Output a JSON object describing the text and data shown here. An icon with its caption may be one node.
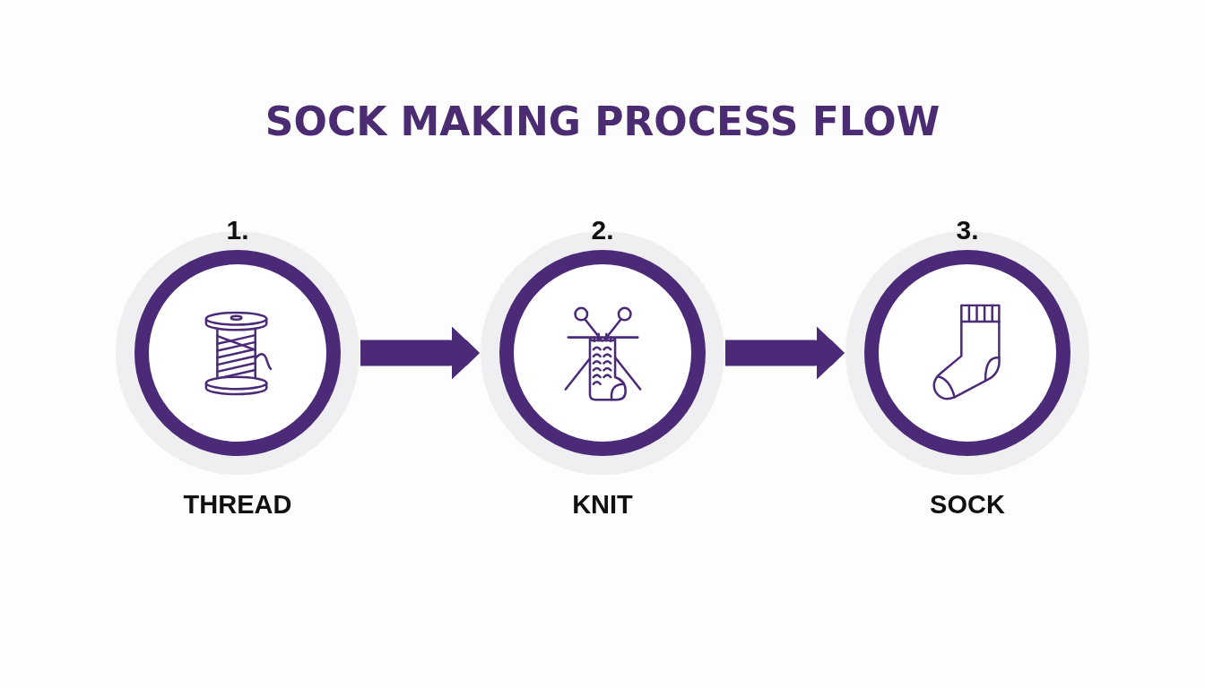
{
  "diagram": {
    "title": "SOCK MAKING PROCESS FLOW",
    "nodes": [
      {
        "text": [
          "THREAD"
        ],
        "beside": [
          "1."
        ]
      },
      {
        "text": [
          "KNIT"
        ],
        "beside": [
          "2."
        ]
      },
      {
        "text": [
          "SOCK"
        ],
        "beside": [
          "3."
        ]
      }
    ],
    "edges": [
      {
        "from": 0,
        "to": 1,
        "arrow": "to"
      },
      {
        "from": 1,
        "to": 2,
        "arrow": "to"
      }
    ]
  }
}
